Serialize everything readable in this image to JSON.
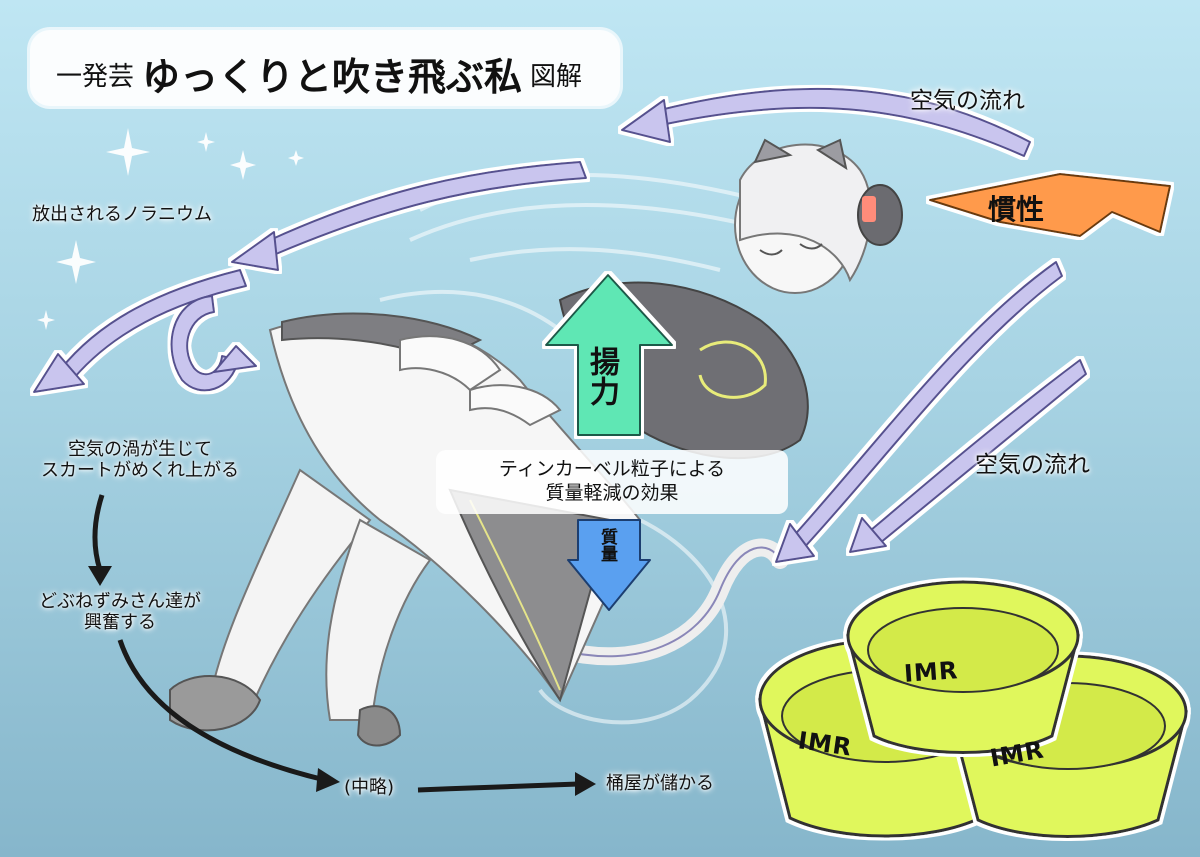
{
  "title": {
    "prefix": "一発芸",
    "main": "ゆっくりと吹き飛ぶ私",
    "suffix": "図解"
  },
  "labels": {
    "airflow_top": "空気の流れ",
    "airflow_right": "空気の流れ",
    "noranium": "放出されるノラニウム",
    "inertia": "慣性",
    "lift": "揚力",
    "mass": "質量",
    "tinkerbell_line1": "ティンカーベル粒子による",
    "tinkerbell_line2": "質量軽減の効果",
    "tub_label": "IMR"
  },
  "chain": {
    "step1_line1": "空気の渦が生じて",
    "step1_line2": "スカートがめくれ上がる",
    "step2_line1": "どぶねずみさん達が",
    "step2_line2": "興奮する",
    "step3": "(中略)",
    "step4": "桶屋が儲かる"
  },
  "colors": {
    "air_arrow": "#c9c5ee",
    "inertia_arrow": "#ff9a4c",
    "lift_arrow": "#5fe7b4",
    "mass_arrow": "#5aa0f0",
    "tub": "#e0f75c"
  }
}
